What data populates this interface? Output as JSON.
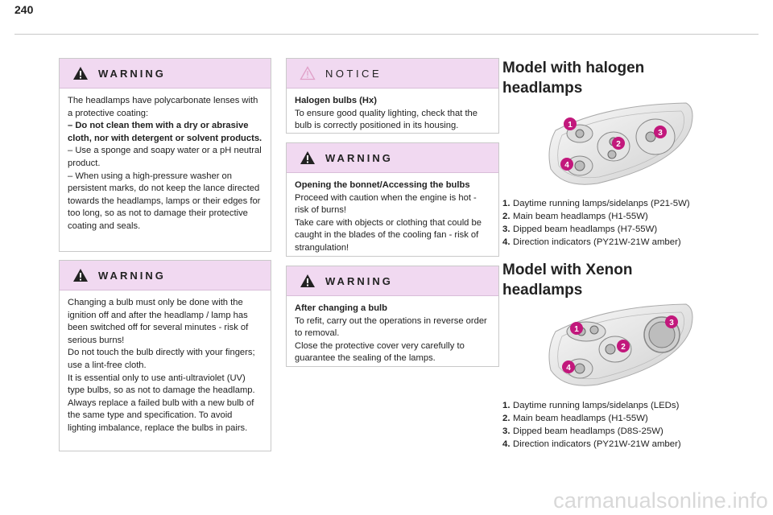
{
  "page_number": "240",
  "col1": {
    "warning1": {
      "title": "WARNING",
      "p1": "The headlamps have polycarbonate lenses with a protective coating:",
      "p2": "– Do not clean them with a dry or abrasive cloth, nor with detergent or solvent products.",
      "p3": "– Use a sponge and soapy water or a pH neutral product.",
      "p4": "– When using a high-pressure washer on persistent marks, do not keep the lance directed towards the headlamps, lamps or their edges for too long, so as not to damage their protective coating and seals."
    },
    "warning2": {
      "title": "WARNING",
      "p1": "Changing a bulb must only be done with the ignition off and after the headlamp / lamp has been switched off for several minutes - risk of serious burns!",
      "p2": "Do not touch the bulb directly with your fingers; use a lint-free cloth.",
      "p3": "It is essential only to use anti-ultraviolet (UV) type bulbs, so as not to damage the headlamp.",
      "p4": "Always replace a failed bulb with a new bulb of the same type and specification. To avoid lighting imbalance, replace the bulbs in pairs."
    }
  },
  "col2": {
    "notice": {
      "title": "NOTICE",
      "heading": "Halogen bulbs (Hx)",
      "p1": "To ensure good quality lighting, check that the bulb is correctly positioned in its housing."
    },
    "warning3": {
      "title": "WARNING",
      "heading": "Opening the bonnet/Accessing the bulbs",
      "p1": "Proceed with caution when the engine is hot - risk of burns!",
      "p2": "Take care with objects or clothing that could be caught in the blades of the cooling fan - risk of strangulation!"
    },
    "warning4": {
      "title": "WARNING",
      "heading": "After changing a bulb",
      "p1": "To refit, carry out the operations in reverse order to removal.",
      "p2": "Close the protective cover very carefully to guarantee the sealing of the lamps."
    }
  },
  "col3": {
    "halogen": {
      "title_line1": "Model with halogen",
      "title_line2": "headlamps",
      "callouts": [
        "1",
        "2",
        "3",
        "4"
      ],
      "items": [
        {
          "num": "1.",
          "text": "Daytime running lamps/sidelanps (P21-5W)"
        },
        {
          "num": "2.",
          "text": "Main beam headlamps (H1-55W)"
        },
        {
          "num": "3.",
          "text": "Dipped beam headlamps (H7-55W)"
        },
        {
          "num": "4.",
          "text": "Direction indicators (PY21W-21W amber)"
        }
      ]
    },
    "xenon": {
      "title_line1": "Model with Xenon",
      "title_line2": "headlamps",
      "callouts": [
        "1",
        "2",
        "3",
        "4"
      ],
      "items": [
        {
          "num": "1.",
          "text": "Daytime running lamps/sidelanps (LEDs)"
        },
        {
          "num": "2.",
          "text": "Main beam headlamps (H1-55W)"
        },
        {
          "num": "3.",
          "text": "Dipped beam headlamps (D8S-25W)"
        },
        {
          "num": "4.",
          "text": "Direction indicators (PY21W-21W amber)"
        }
      ]
    }
  },
  "watermark": "carmanualsonline.info",
  "colors": {
    "box_header": "#f1d9f1",
    "callout": "#c2187c",
    "border": "#c9c9c9"
  }
}
